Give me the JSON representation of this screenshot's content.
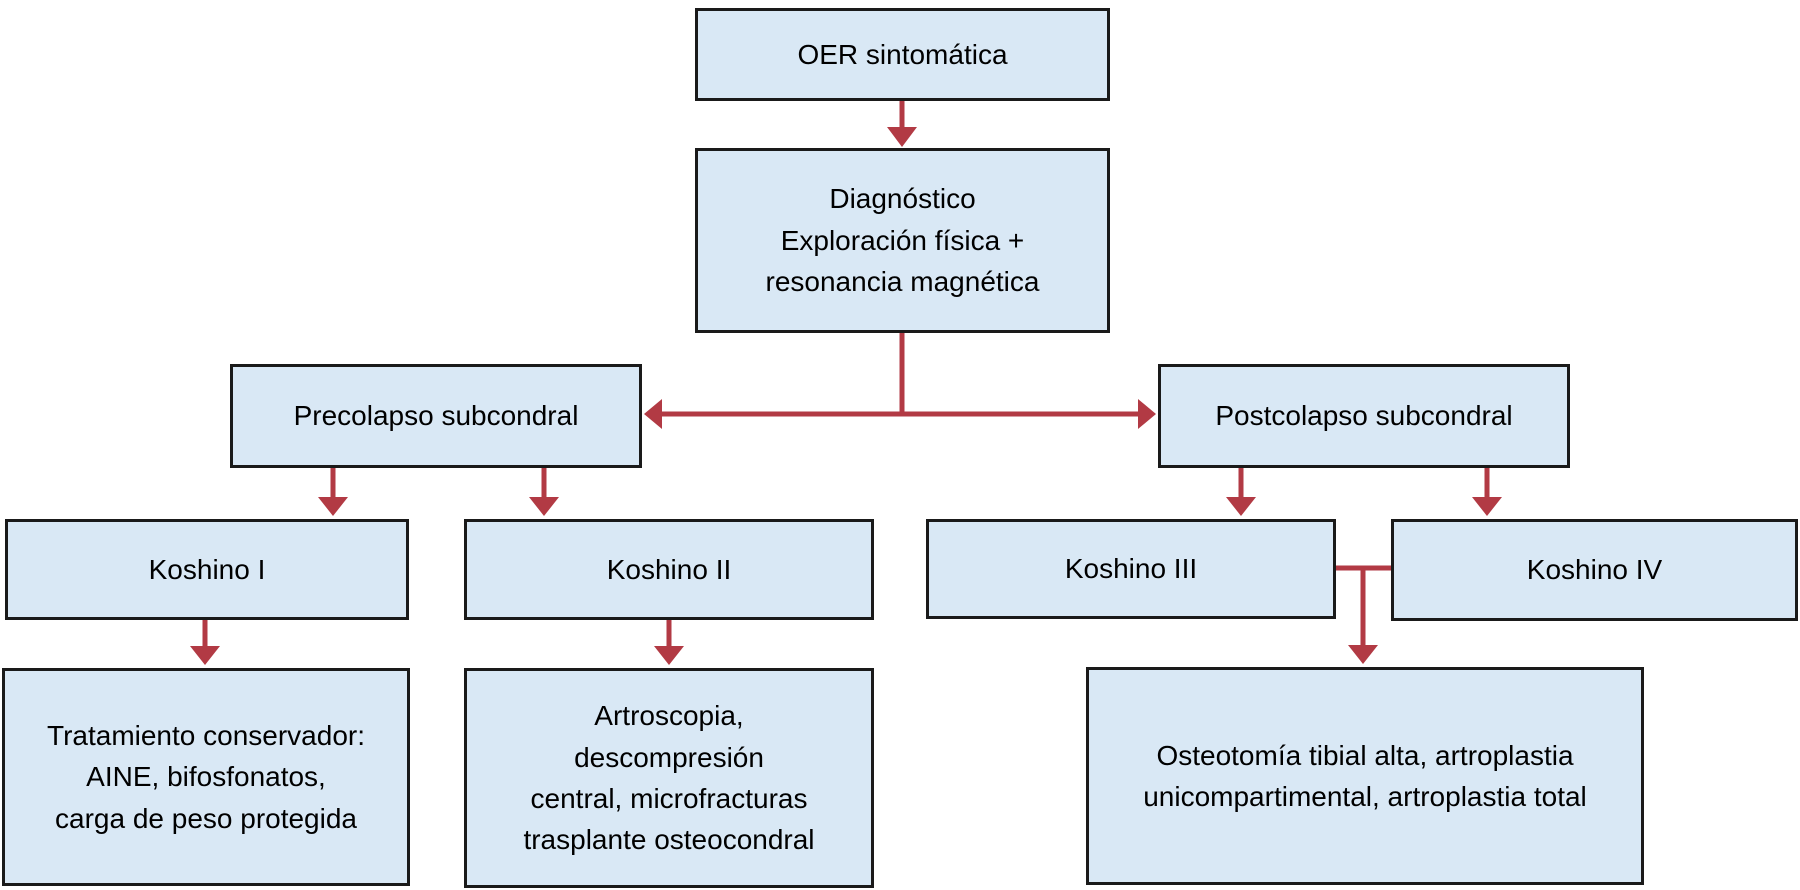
{
  "colors": {
    "node_fill": "#d9e8f5",
    "node_border": "#1a1a1a",
    "arrow": "#b23a44",
    "text": "#000000",
    "background": "#ffffff"
  },
  "nodes": {
    "oer": {
      "lines": [
        "OER sintomática"
      ]
    },
    "diagnostico": {
      "lines": [
        "Diagnóstico",
        "Exploración física +",
        "resonancia magnética"
      ]
    },
    "precolapso": {
      "lines": [
        "Precolapso subcondral"
      ]
    },
    "postcolapso": {
      "lines": [
        "Postcolapso subcondral"
      ]
    },
    "koshino1": {
      "lines": [
        "Koshino I"
      ]
    },
    "koshino2": {
      "lines": [
        "Koshino II"
      ]
    },
    "koshino3": {
      "lines": [
        "Koshino III"
      ]
    },
    "koshino4": {
      "lines": [
        "Koshino IV"
      ]
    },
    "tratamiento": {
      "lines": [
        "Tratamiento conservador:",
        "AINE, bifosfonatos,",
        "carga de peso protegida"
      ]
    },
    "artroscopia": {
      "lines": [
        "Artroscopia,",
        "descompresión",
        "central, microfracturas",
        "trasplante osteocondral"
      ]
    },
    "osteotomia": {
      "lines": [
        "Osteotomía tibial alta, artroplastia",
        "unicompartimental, artroplastia total"
      ]
    }
  },
  "edges": [
    {
      "from": "oer",
      "to": "diagnostico"
    },
    {
      "from": "diagnostico",
      "to": "precolapso"
    },
    {
      "from": "diagnostico",
      "to": "postcolapso"
    },
    {
      "from": "precolapso",
      "to": "koshino1"
    },
    {
      "from": "precolapso",
      "to": "koshino2"
    },
    {
      "from": "postcolapso",
      "to": "koshino3"
    },
    {
      "from": "postcolapso",
      "to": "koshino4"
    },
    {
      "from": "koshino1",
      "to": "tratamiento"
    },
    {
      "from": "koshino2",
      "to": "artroscopia"
    },
    {
      "from": "koshino3",
      "to": "osteotomia"
    },
    {
      "from": "koshino4",
      "to": "osteotomia"
    }
  ]
}
